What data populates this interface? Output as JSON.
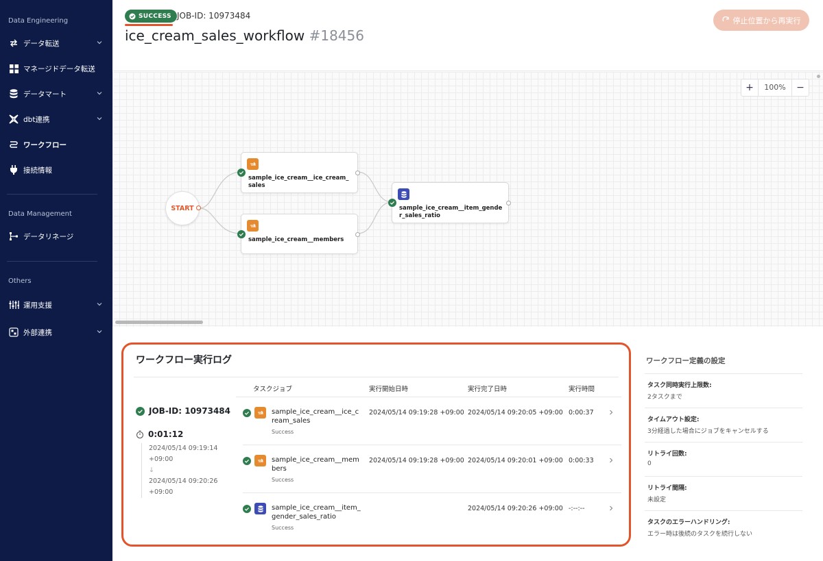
{
  "sidebar": {
    "sections": [
      {
        "label": "Data Engineering"
      },
      {
        "label": "Data Management"
      },
      {
        "label": "Others"
      }
    ],
    "items": [
      {
        "label": "データ転送",
        "icon": "arrows-exchange-icon",
        "has_chevron": true
      },
      {
        "label": "マネージドデータ転送",
        "icon": "grid-icon",
        "has_chevron": false
      },
      {
        "label": "データマート",
        "icon": "database-icon",
        "has_chevron": true
      },
      {
        "label": "dbt連携",
        "icon": "dbt-logo-icon",
        "has_chevron": true
      },
      {
        "label": "ワークフロー",
        "icon": "workflow-icon",
        "has_chevron": false,
        "active": true
      },
      {
        "label": "接続情報",
        "icon": "plug-icon",
        "has_chevron": false
      },
      {
        "label": "データリネージ",
        "icon": "lineage-icon",
        "has_chevron": false
      },
      {
        "label": "運用支援",
        "icon": "sliders-icon",
        "has_chevron": true
      },
      {
        "label": "外部連携",
        "icon": "external-link-icon",
        "has_chevron": true
      }
    ]
  },
  "header": {
    "status_badge": "SUCCESS",
    "job_id": "JOB-ID: 10973484",
    "workflow_name": "ice_cream_sales_workflow",
    "run_number": "#18456",
    "rerun_button": "停止位置から再実行"
  },
  "canvas": {
    "zoom_in": "+",
    "zoom_level": "100%",
    "zoom_out": "−",
    "start_label": "START",
    "nodes": [
      {
        "label": "sample_ice_cream__ice_cream_sales",
        "type": "transfer",
        "icon": "transfer-icon"
      },
      {
        "label": "sample_ice_cream__members",
        "type": "transfer",
        "icon": "transfer-icon"
      },
      {
        "label": "sample_ice_cream__item_gender_sales_ratio",
        "type": "datamart",
        "icon": "database-icon"
      }
    ]
  },
  "log": {
    "title": "ワークフロー実行ログ",
    "job_id": "JOB-ID: 10973484",
    "duration": "0:01:12",
    "start_time_date": "2024/05/14 09:19:14",
    "start_time_tz": "+09:00",
    "arrow": "↓",
    "end_time_date": "2024/05/14 09:20:26",
    "end_time_tz": "+09:00",
    "columns": [
      "タスクジョブ",
      "実行開始日時",
      "実行完了日時",
      "実行時間"
    ],
    "rows": [
      {
        "name": "sample_ice_cream__ice_cream_sales",
        "status": "Success",
        "start": "2024/05/14 09:19:28 +09:00",
        "end": "2024/05/14 09:20:05 +09:00",
        "duration": "0:00:37",
        "type": "transfer"
      },
      {
        "name": "sample_ice_cream__members",
        "status": "Success",
        "start": "2024/05/14 09:19:28 +09:00",
        "end": "2024/05/14 09:20:01 +09:00",
        "duration": "0:00:33",
        "type": "transfer"
      },
      {
        "name": "sample_ice_cream__item_gender_sales_ratio",
        "status": "Success",
        "start": "",
        "end": "2024/05/14 09:20:26 +09:00",
        "duration": "-:--:--",
        "type": "datamart"
      }
    ]
  },
  "settings": {
    "title": "ワークフロー定義の設定",
    "items": [
      {
        "key": "タスク同時実行上限数:",
        "value": "2タスクまで"
      },
      {
        "key": "タイムアウト設定:",
        "value": "3分経過した場合にジョブをキャンセルする"
      },
      {
        "key": "リトライ回数:",
        "value": "0"
      },
      {
        "key": "リトライ間隔:",
        "value": "未設定"
      },
      {
        "key": "タスクのエラーハンドリング:",
        "value": "エラー時は後続のタスクを続行しない"
      }
    ]
  },
  "colors": {
    "sidebar_bg": "#0d1b46",
    "success": "#2f7d4f",
    "accent": "#e2542c",
    "transfer_icon": "#e58a2e",
    "datamart_icon": "#3d4bb5"
  }
}
